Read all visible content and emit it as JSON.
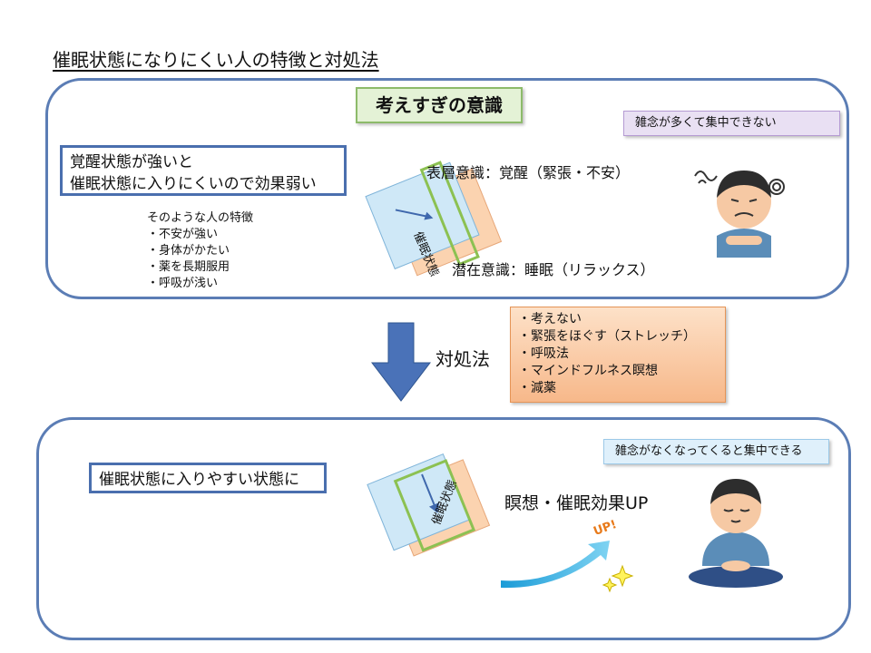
{
  "title": "催眠状態になりにくい人の特徴と対処法",
  "top_panel": {
    "header": "考えすぎの意識",
    "state_box": [
      "覚醒状態が強いと",
      "催眠状態に入りにくいので効果弱い"
    ],
    "traits_heading": "そのような人の特徴",
    "traits": [
      "・不安が強い",
      "・身体がかたい",
      "・薬を長期服用",
      "・呼吸が浅い"
    ],
    "surface_label": "表層意識：覚醒（緊張・不安）",
    "subconscious_label": "潜在意識：睡眠（リラックス）",
    "hypnosis_tag": "催眠状態",
    "callout": "雑念が多くて集中できない"
  },
  "middle": {
    "arrow_label": "対処法",
    "remedies": [
      "・考えない",
      "・緊張をほぐす（ストレッチ）",
      "・呼吸法",
      "・マインドフルネス瞑想",
      "・減薬"
    ]
  },
  "bottom_panel": {
    "state_box": "催眠状態に入りやすい状態に",
    "hypnosis_tag": "催眠状態",
    "effect_label": "瞑想・催眠効果UP",
    "up_text": "UP!",
    "callout": "雑念がなくなってくると集中できる"
  },
  "colors": {
    "panel_border": "#5b7db5",
    "box_border": "#4a6fae",
    "green_fill": "#e4f2d6",
    "orange_fill": "#f7b88a",
    "arrow_blue": "#4a72b8",
    "sheet_blue": "#cfe8f7",
    "sheet_orange": "#fbd3b0",
    "band_green": "#8cc152"
  },
  "icons": [
    "down-arrow-icon",
    "worried-person-icon",
    "meditating-person-icon",
    "up-curve-arrow-icon",
    "sparkle-icon",
    "consciousness-layers-icon"
  ]
}
